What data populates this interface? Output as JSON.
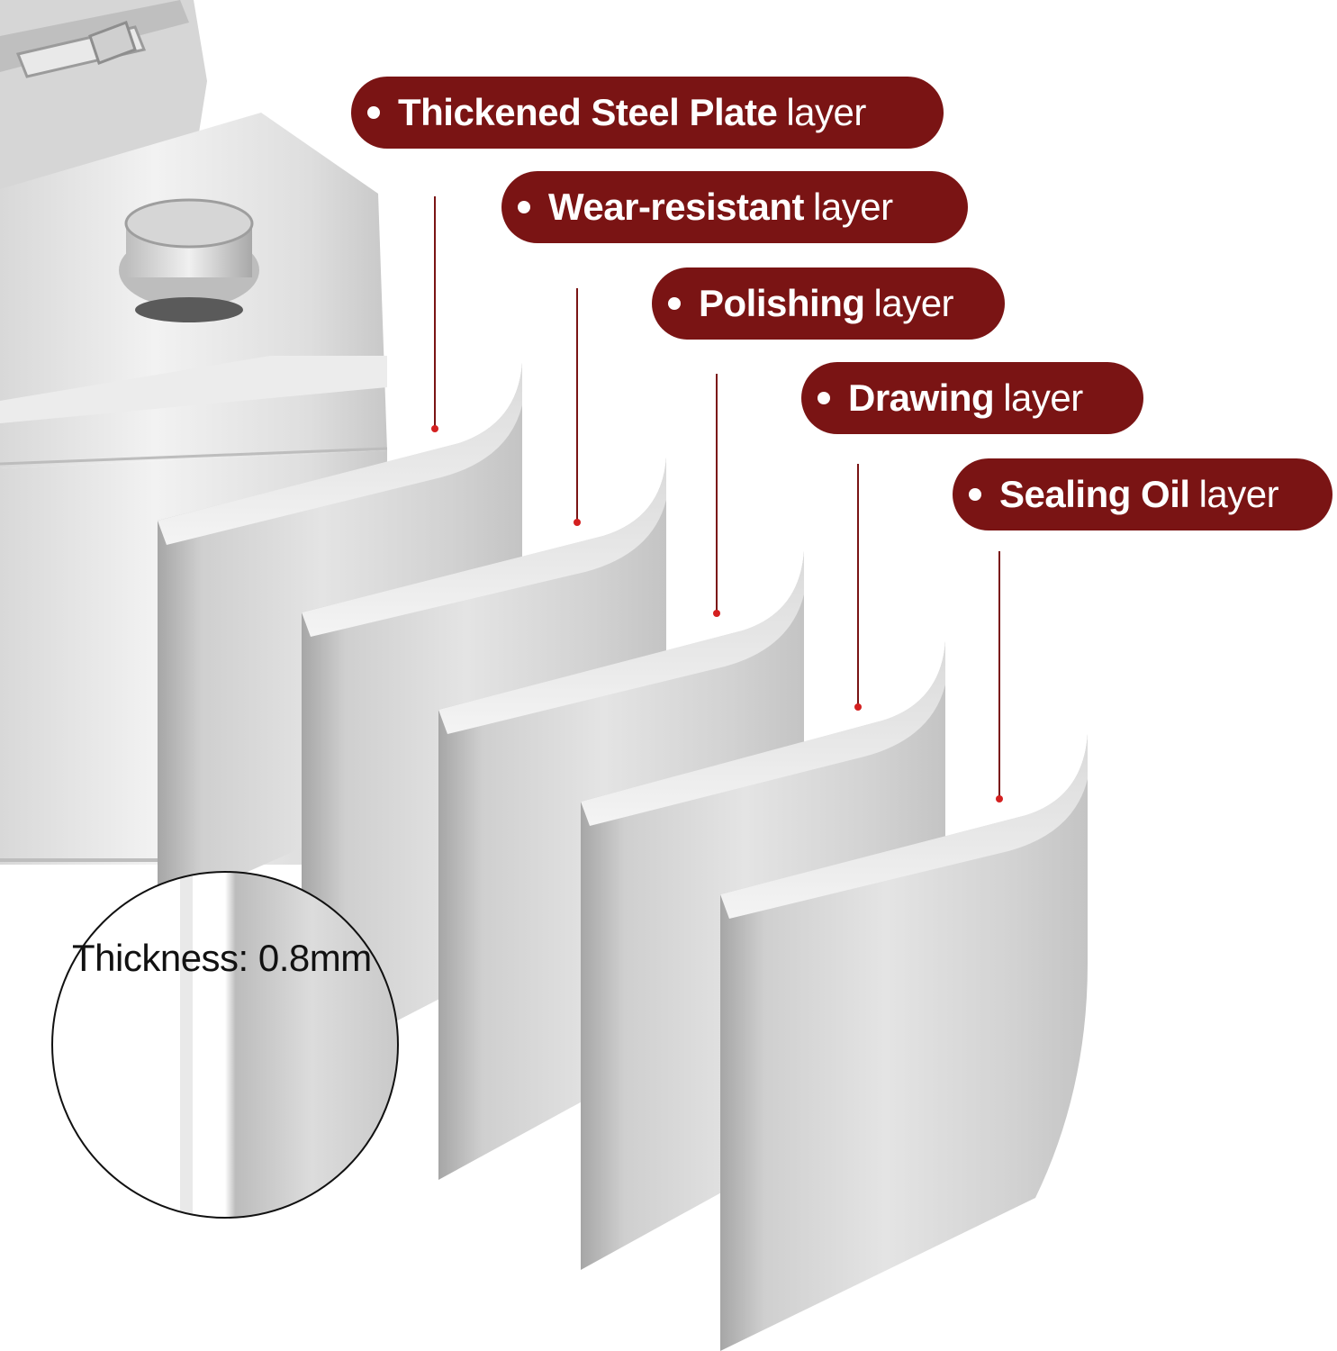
{
  "layers": [
    {
      "bold": "Thickened Steel Plate",
      "normal": "layer"
    },
    {
      "bold": "Wear-resistant",
      "normal": "layer"
    },
    {
      "bold": "Polishing",
      "normal": "layer"
    },
    {
      "bold": "Drawing",
      "normal": "layer"
    },
    {
      "bold": "Sealing Oil",
      "normal": "layer"
    }
  ],
  "thickness": "Thickness: 0.8mm",
  "colors": {
    "label_background": "#7a1414",
    "label_text": "#ffffff",
    "leader_line": "#7a1414",
    "leader_dot": "#d42020",
    "steel_light": "#f2f2f2",
    "steel_dark": "#a9a9a9"
  }
}
